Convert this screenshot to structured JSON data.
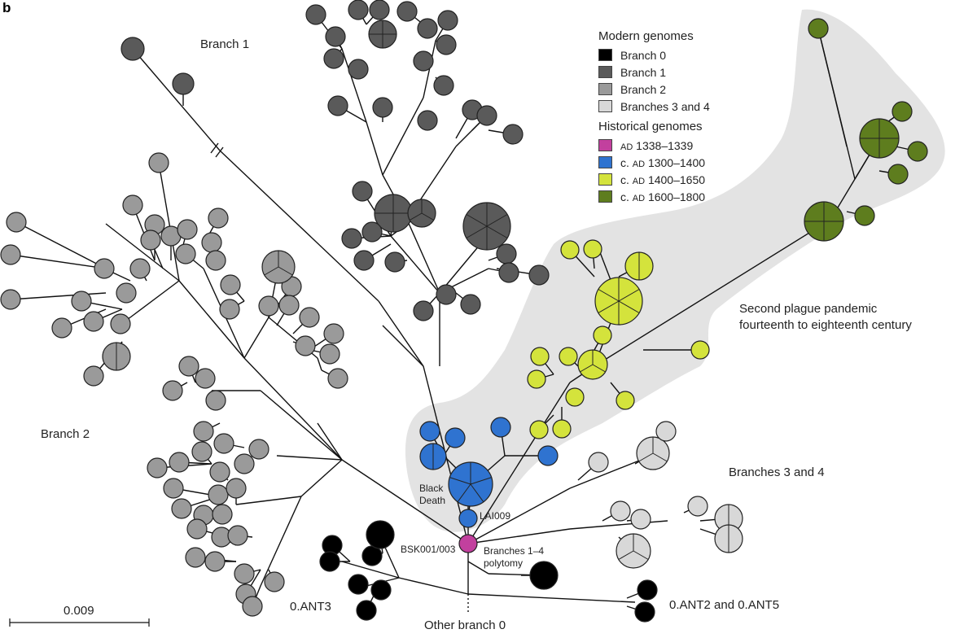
{
  "panel_label": "b",
  "legend": {
    "modern_title": "Modern genomes",
    "modern": [
      {
        "label": "Branch 0",
        "color": "#000000"
      },
      {
        "label": "Branch 1",
        "color": "#5a5a5a"
      },
      {
        "label": "Branch 2",
        "color": "#9a9a9a"
      },
      {
        "label": "Branches 3 and 4",
        "color": "#d8d8d8"
      }
    ],
    "historical_title": "Historical genomes",
    "historical": [
      {
        "prefix": "",
        "era": "AD",
        "range": "1338–1339",
        "color": "#c2409e"
      },
      {
        "prefix": "c. ",
        "era": "AD",
        "range": "1300–1400",
        "color": "#2f73d0"
      },
      {
        "prefix": "c. ",
        "era": "AD",
        "range": "1400–1650",
        "color": "#d4e33c"
      },
      {
        "prefix": "c. ",
        "era": "AD",
        "range": "1600–1800",
        "color": "#5e7d1e"
      }
    ]
  },
  "labels": {
    "branch1": "Branch 1",
    "branch2": "Branch 2",
    "branches34": "Branches 3 and 4",
    "pandemic_line1": "Second plague pandemic",
    "pandemic_line2": "fourteenth to eighteenth century",
    "black_death_1": "Black",
    "black_death_2": "Death",
    "lai009": "LAI009",
    "bsk": "BSK001/003",
    "polytomy_1": "Branches 1–4",
    "polytomy_2": "polytomy",
    "ant3": "0.ANT3",
    "ant25": "0.ANT2 and 0.ANT5",
    "other_branch0": "Other branch 0",
    "scale": "0.009"
  },
  "colors": {
    "branch0": "#000000",
    "branch1": "#5a5a5a",
    "branch2": "#9a9a9a",
    "branch34": "#d8d8d8",
    "ad1338": "#c2409e",
    "ad1300": "#2f73d0",
    "ad1400": "#d4e33c",
    "ad1600": "#5e7d1e",
    "pandemic_shade": "#e3e3e3"
  }
}
